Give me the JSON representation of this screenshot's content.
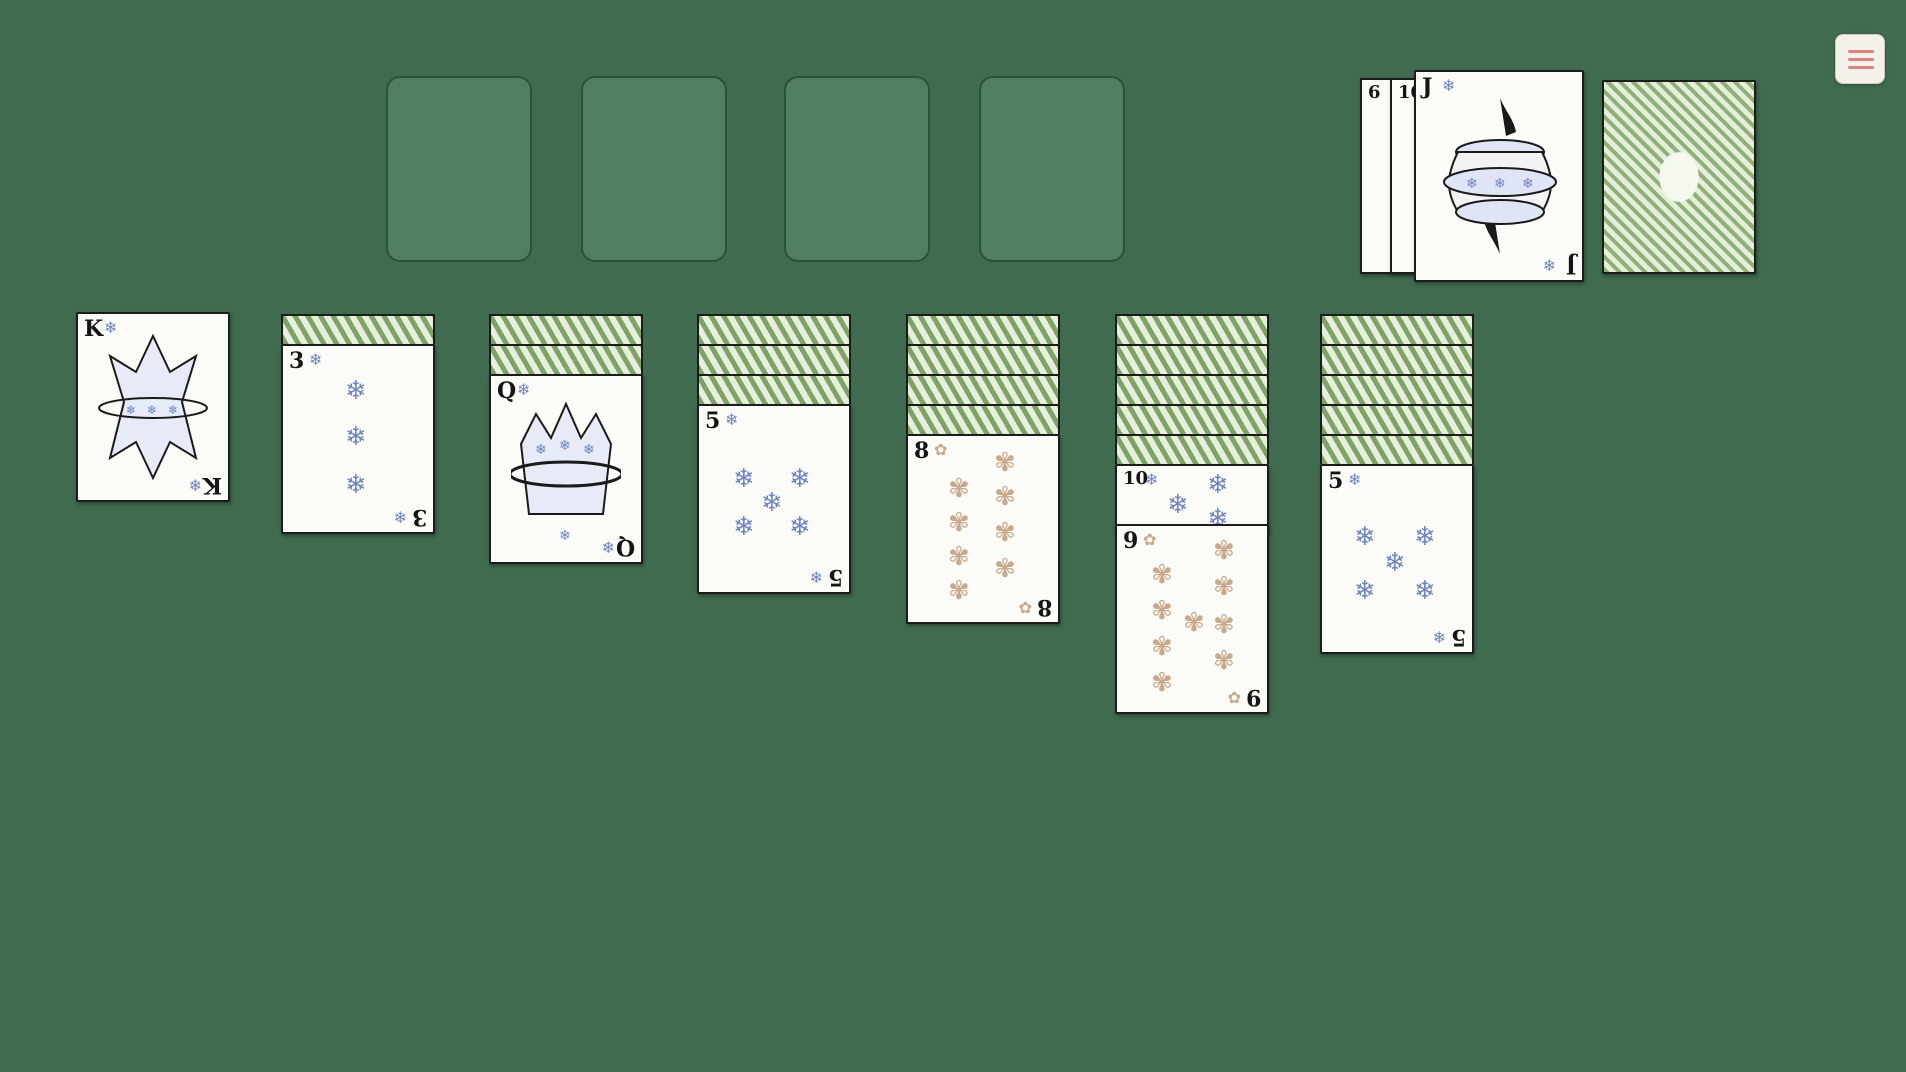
{
  "menu": {
    "icon": "hamburger-menu-icon"
  },
  "foundations": [
    {
      "id": "foundation-1"
    },
    {
      "id": "foundation-2"
    },
    {
      "id": "foundation-3"
    },
    {
      "id": "foundation-4"
    }
  ],
  "waste": {
    "under_cards": [
      {
        "rank": "6"
      },
      {
        "rank": "10"
      }
    ],
    "top_card": {
      "rank": "J",
      "suit": "snowflake"
    }
  },
  "stock": {
    "face": "down"
  },
  "tableau": [
    {
      "face_down": 0,
      "face_up": [
        {
          "rank": "K",
          "suit": "snowflake"
        }
      ]
    },
    {
      "face_down": 1,
      "face_up": [
        {
          "rank": "3",
          "suit": "snowflake"
        }
      ]
    },
    {
      "face_down": 2,
      "face_up": [
        {
          "rank": "Q",
          "suit": "snowflake"
        }
      ]
    },
    {
      "face_down": 3,
      "face_up": [
        {
          "rank": "5",
          "suit": "snowflake"
        }
      ]
    },
    {
      "face_down": 4,
      "face_up": [
        {
          "rank": "8",
          "suit": "flower"
        }
      ]
    },
    {
      "face_down": 5,
      "face_up": [
        {
          "rank": "10",
          "suit": "snowflake"
        },
        {
          "rank": "9",
          "suit": "flower"
        }
      ]
    },
    {
      "face_down": 5,
      "face_up": [
        {
          "rank": "5",
          "suit": "snowflake"
        }
      ]
    }
  ]
}
